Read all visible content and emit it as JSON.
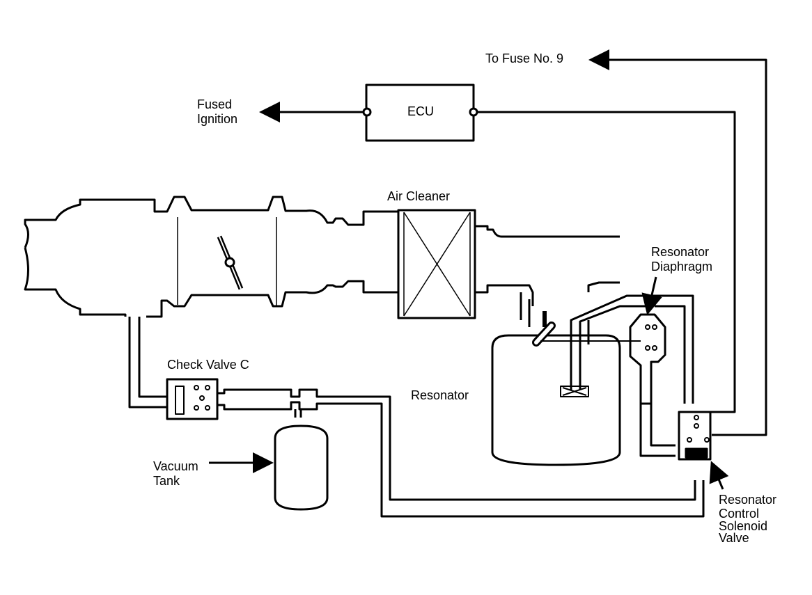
{
  "labels": {
    "to_fuse": "To Fuse No. 9",
    "fused_ignition_1": "Fused",
    "fused_ignition_2": "Ignition",
    "ecu": "ECU",
    "air_cleaner": "Air Cleaner",
    "resonator_diaphragm_1": "Resonator",
    "resonator_diaphragm_2": "Diaphragm",
    "check_valve": "Check Valve C",
    "resonator": "Resonator",
    "vacuum_tank_1": "Vacuum",
    "vacuum_tank_2": "Tank",
    "solenoid_1": "Resonator",
    "solenoid_2": "Control",
    "solenoid_3": "Solenoid",
    "solenoid_4": "Valve"
  },
  "colors": {
    "line": "#000000",
    "background": "#ffffff"
  }
}
